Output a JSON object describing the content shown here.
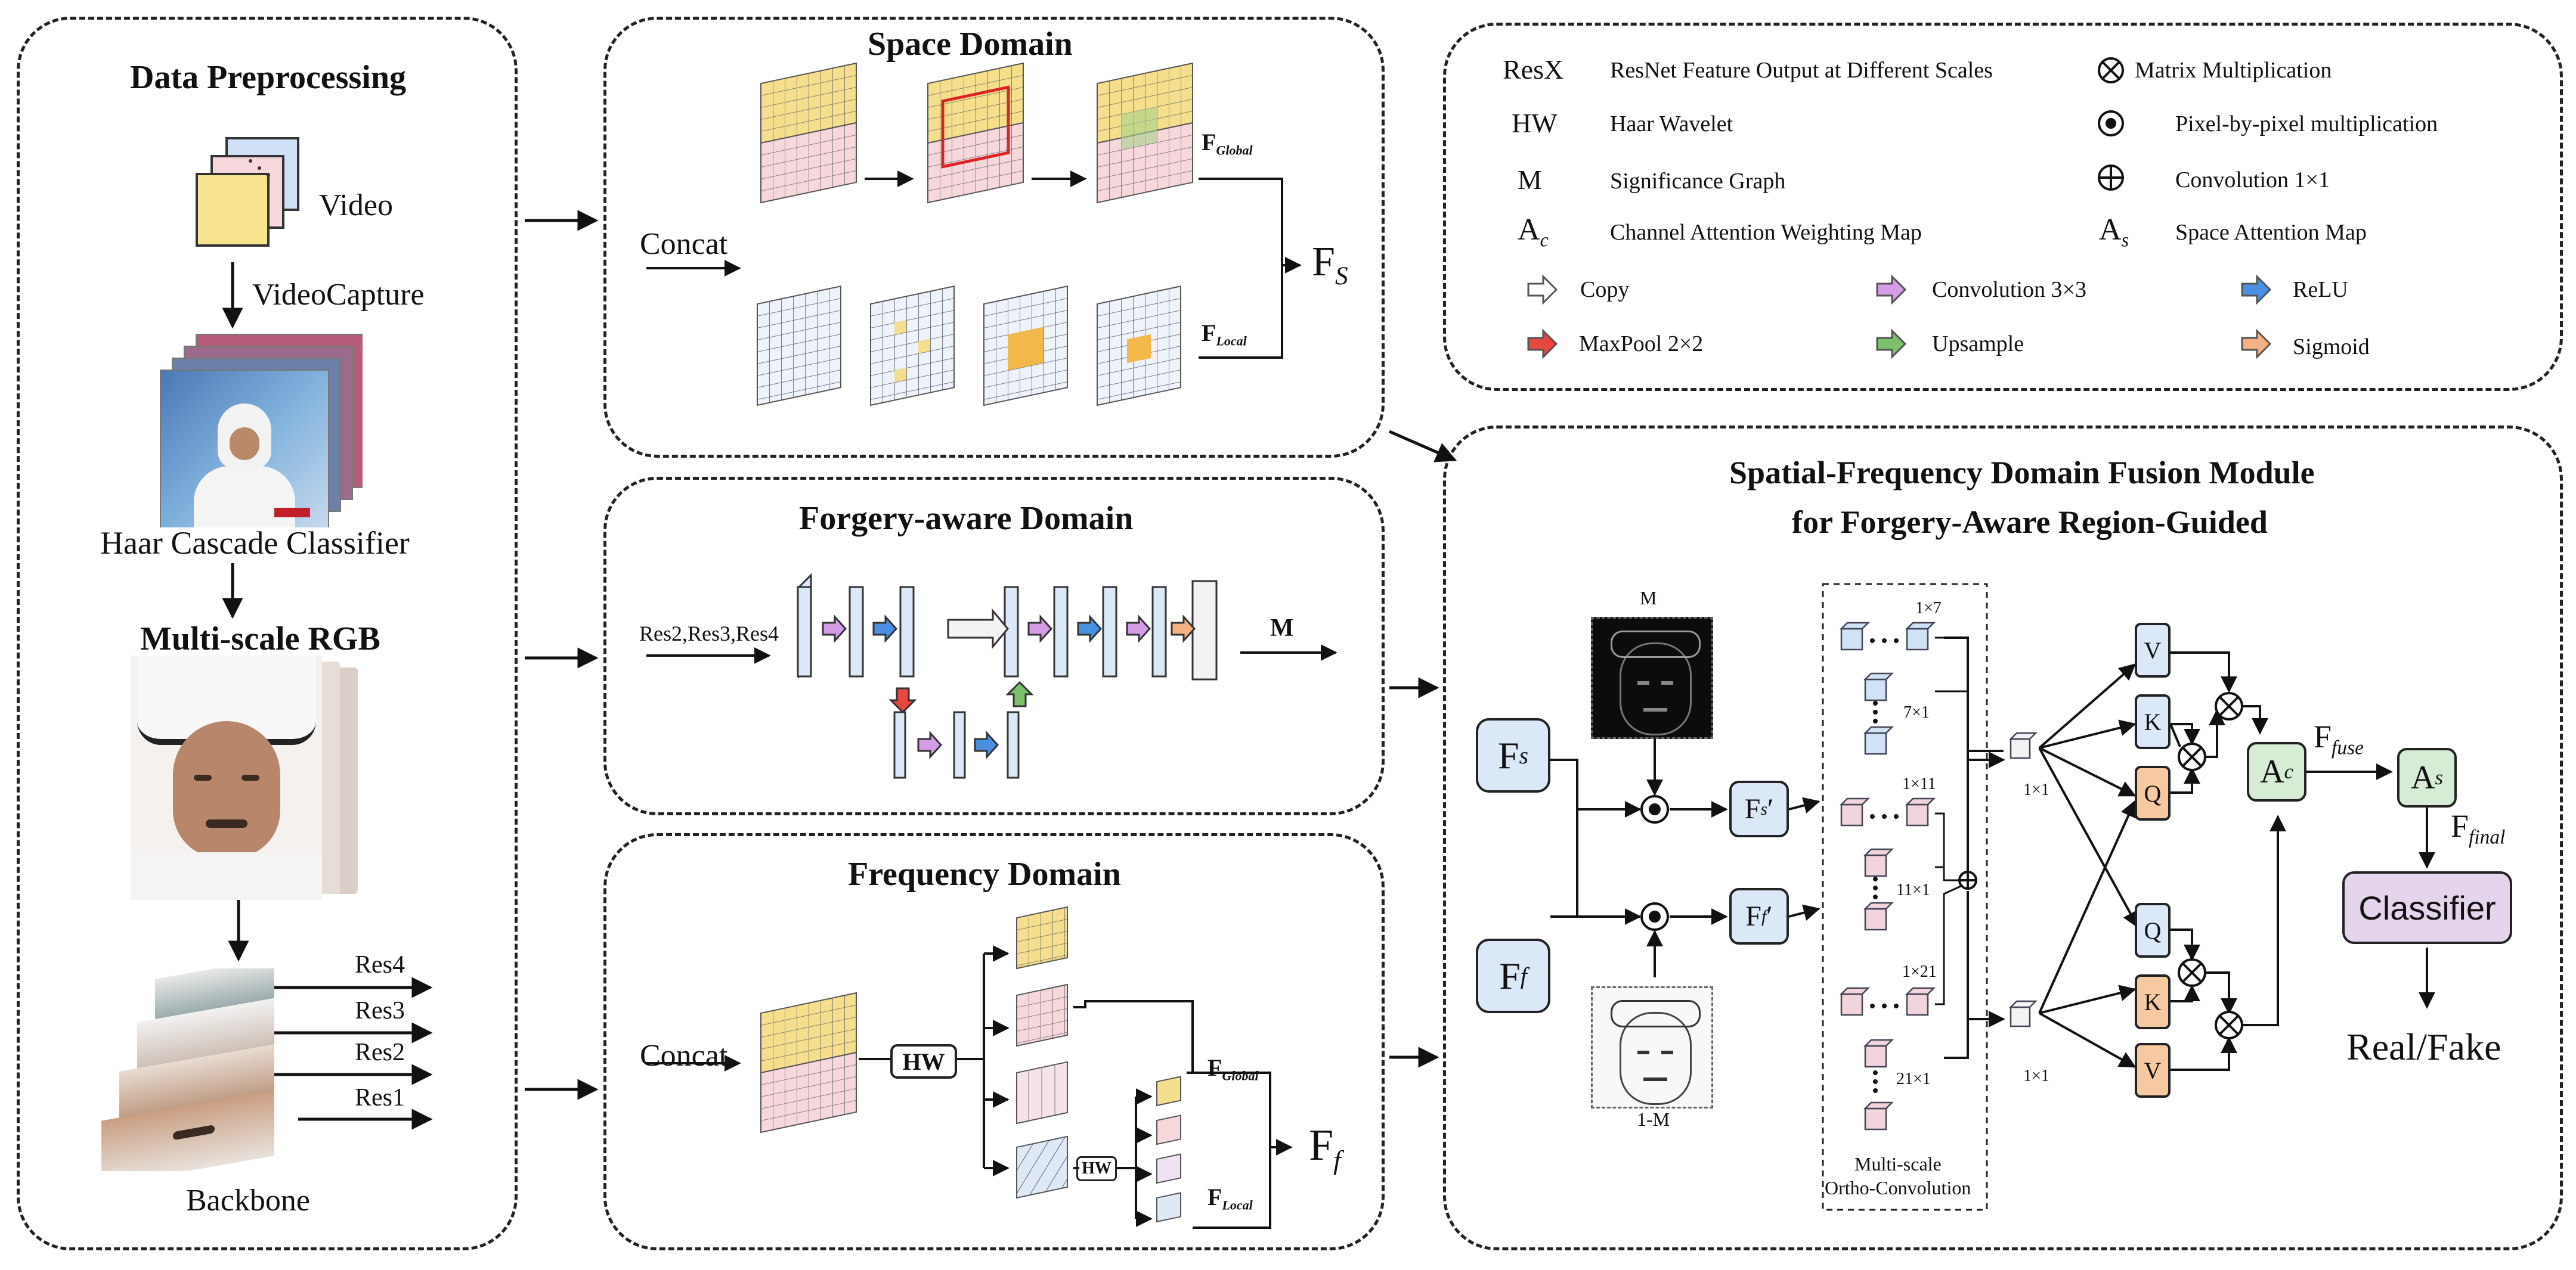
{
  "preprocess": {
    "title": "Data Preprocessing",
    "video_label": "Video",
    "capture_label": "VideoCapture",
    "haar_label": "Haar Cascade Classifier",
    "multiscale_label": "Multi-scale RGB",
    "backbone_label": "Backbone",
    "res_labels": [
      "Res4",
      "Res3",
      "Res2",
      "Res1"
    ]
  },
  "space": {
    "title": "Space Domain",
    "concat_label": "Concat",
    "global_main": "F",
    "global_sub": "Global",
    "local_main": "F",
    "local_sub": "Local",
    "out_main": "F",
    "out_sub": "S"
  },
  "forgery": {
    "title": "Forgery-aware Domain",
    "input_label": "Res2,Res3,Res4",
    "output_label": "M"
  },
  "frequency": {
    "title": "Frequency Domain",
    "concat_label": "Concat",
    "hw_label": "HW",
    "hw_small_label": "HW",
    "global_main": "F",
    "global_sub": "Global",
    "local_main": "F",
    "local_sub": "Local",
    "out_main": "F",
    "out_sub": "f"
  },
  "legend": {
    "abbreviations": [
      {
        "symbol": "ResX",
        "sub": "",
        "text": "ResNet Feature Output at Different Scales"
      },
      {
        "symbol": "HW",
        "sub": "",
        "text": "Haar Wavelet"
      },
      {
        "symbol": "M",
        "sub": "",
        "text": "Significance Graph"
      },
      {
        "symbol": "A",
        "sub": "c",
        "text": "Channel Attention Weighting Map"
      }
    ],
    "operators": [
      {
        "icon": "otimes",
        "text": "Matrix Multiplication"
      },
      {
        "icon": "odot",
        "text": "Pixel-by-pixel multiplication"
      },
      {
        "icon": "oplus",
        "text": "Convolution 1×1"
      },
      {
        "icon": "As",
        "symbol": "A",
        "sub": "s",
        "text": "Space Attention Map"
      }
    ],
    "arrows": [
      {
        "color": "#ffffff",
        "text": "Copy"
      },
      {
        "color": "#d59ce8",
        "text": "Convolution 3×3"
      },
      {
        "color": "#4a90e2",
        "text": "ReLU"
      },
      {
        "color": "#e8473f",
        "text": "MaxPool 2×2"
      },
      {
        "color": "#7cc06c",
        "text": "Upsample"
      },
      {
        "color": "#f4b183",
        "text": "Sigmoid"
      }
    ]
  },
  "fusion": {
    "title_line1": "Spatial-Frequency Domain Fusion Module",
    "title_line2": "for Forgery-Aware Region-Guided",
    "m_label": "M",
    "inv_m_label": "1-M",
    "fs": {
      "main": "F",
      "sub": "s"
    },
    "ff": {
      "main": "F",
      "sub": "f"
    },
    "fs_prime": {
      "main": "F",
      "sub": "s",
      "prime": "′"
    },
    "ff_prime": {
      "main": "F",
      "sub": "f",
      "prime": "′"
    },
    "kernel_labels": [
      "1×7",
      "7×1",
      "1×11",
      "11×1",
      "1×21",
      "21×1"
    ],
    "pool_labels": [
      "1×1",
      "1×1"
    ],
    "ortho_label_line1": "Multi-scale",
    "ortho_label_line2": "Ortho-Convolution",
    "qkv_top": [
      "V",
      "K",
      "Q"
    ],
    "qkv_bottom": [
      "Q",
      "K",
      "V"
    ],
    "ac": {
      "main": "A",
      "sub": "c"
    },
    "as": {
      "main": "A",
      "sub": "s"
    },
    "fuse": {
      "main": "F",
      "sub": "fuse"
    },
    "final": {
      "main": "F",
      "sub": "final"
    },
    "classifier_label": "Classifier",
    "output_label": "Real/Fake"
  },
  "colors": {
    "blue_box": "#dbe8f8",
    "green_box": "#d6ecd5",
    "orange_box": "#f7c9a1",
    "purple_box": "#e4d4ec",
    "grid_yellow": "#f6df8c",
    "grid_pink": "#f6d7dc",
    "grid_blue": "#e6edf7"
  }
}
